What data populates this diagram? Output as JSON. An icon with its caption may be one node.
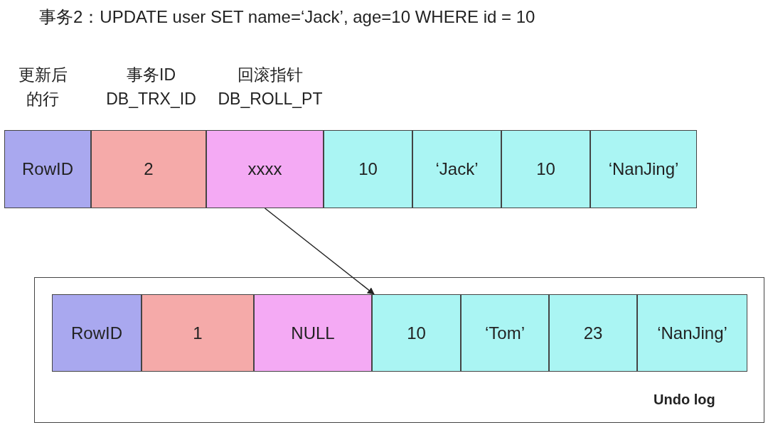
{
  "diagram": {
    "title": "事务2：UPDATE user SET name=‘Jack’, age=10 WHERE id = 10",
    "nodes": [
      {
        "text": [
          "RowID"
        ],
        "beside": [
          "更新后的行"
        ]
      },
      {
        "text": [
          "2"
        ],
        "beside": [
          "事务ID DB_TRX_ID"
        ]
      },
      {
        "text": [
          "xxxx"
        ],
        "beside": [
          "回滚指针 DB_ROLL_PT"
        ]
      },
      {
        "text": [
          "10"
        ]
      },
      {
        "text": [
          "‘Jack’"
        ]
      },
      {
        "text": [
          "10"
        ]
      },
      {
        "text": [
          "‘NanJing’"
        ]
      },
      {
        "text": [
          "Undo log"
        ]
      },
      {
        "text": [
          "RowID"
        ],
        "in": 7
      },
      {
        "text": [
          "1"
        ],
        "in": 7
      },
      {
        "text": [
          "NULL"
        ],
        "in": 7
      },
      {
        "text": [
          "10"
        ],
        "in": 7
      },
      {
        "text": [
          "‘Tom’"
        ],
        "in": 7
      },
      {
        "text": [
          "23"
        ],
        "in": 7
      },
      {
        "text": [
          "‘NanJing’"
        ],
        "in": 7
      }
    ],
    "edges": [
      {
        "from": 2,
        "to": 11,
        "arrow": "to"
      }
    ]
  }
}
